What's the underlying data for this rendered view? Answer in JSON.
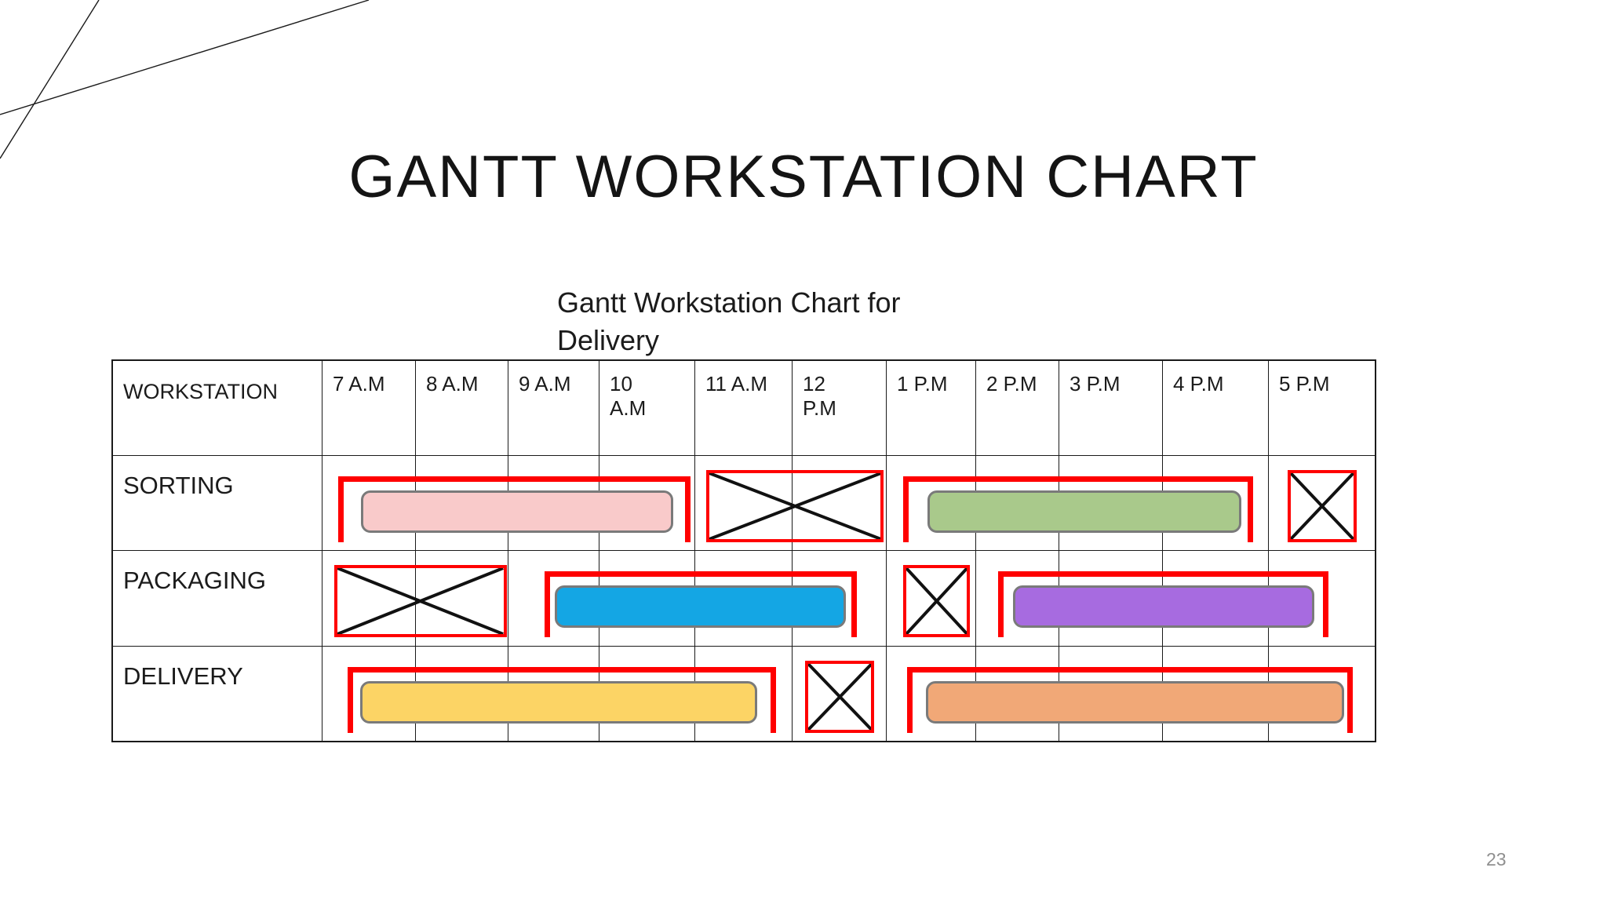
{
  "title": "GANTT WORKSTATION CHART",
  "chart_title": "Gantt Workstation Chart for Delivery",
  "page_number": "23",
  "table": {
    "corner_header": "WORKSTATION",
    "time_headers": [
      "7 A.M",
      "8 A.M",
      "9 A.M",
      "10 A.M",
      "11 A.M",
      "12 P.M",
      "1 P.M",
      "2 P.M",
      "3 P.M",
      "4 P.M",
      "5 P.M"
    ],
    "rows": [
      {
        "label": "SORTING"
      },
      {
        "label": "PACKAGING"
      },
      {
        "label": "DELIVERY"
      }
    ]
  },
  "colors": {
    "red": "#ff0000",
    "x_stroke": "#111111",
    "bar_border": "#7a7a7a",
    "grid_line": "#1a1a1a",
    "pink": "#f9caca",
    "green": "#a9c98b",
    "blue": "#14a6e4",
    "purple": "#a76be0",
    "yellow": "#fcd465",
    "orange": "#f1a877"
  },
  "chart_data": {
    "type": "gantt",
    "title": "Gantt Workstation Chart for Delivery",
    "x_axis": {
      "unit": "hour of day",
      "range": [
        7,
        18
      ],
      "tick_labels": [
        "7 A.M",
        "8 A.M",
        "9 A.M",
        "10 A.M",
        "11 A.M",
        "12 P.M",
        "1 P.M",
        "2 P.M",
        "3 P.M",
        "4 P.M",
        "5 P.M"
      ]
    },
    "row_categories": [
      "SORTING",
      "PACKAGING",
      "DELIVERY"
    ],
    "legend": [],
    "items": [
      {
        "row": "SORTING",
        "type": "bracket",
        "start_hour": 7.17,
        "end_hour": 10.95
      },
      {
        "row": "SORTING",
        "type": "bar",
        "color": "pink",
        "start_hour": 7.41,
        "end_hour": 10.77
      },
      {
        "row": "SORTING",
        "type": "idle_x",
        "start_hour": 11.11,
        "end_hour": 12.97
      },
      {
        "row": "SORTING",
        "type": "bracket",
        "start_hour": 13.18,
        "end_hour": 16.85
      },
      {
        "row": "SORTING",
        "type": "bar",
        "color": "green",
        "start_hour": 13.46,
        "end_hour": 16.74
      },
      {
        "row": "SORTING",
        "type": "idle_x",
        "start_hour": 17.18,
        "end_hour": 17.83
      },
      {
        "row": "PACKAGING",
        "type": "idle_x",
        "start_hour": 7.13,
        "end_hour": 8.98
      },
      {
        "row": "PACKAGING",
        "type": "bracket",
        "start_hour": 9.4,
        "end_hour": 12.68
      },
      {
        "row": "PACKAGING",
        "type": "bar",
        "color": "blue",
        "start_hour": 9.51,
        "end_hour": 12.57
      },
      {
        "row": "PACKAGING",
        "type": "idle_x",
        "start_hour": 13.18,
        "end_hour": 13.93
      },
      {
        "row": "PACKAGING",
        "type": "bracket",
        "start_hour": 14.26,
        "end_hour": 17.56
      },
      {
        "row": "PACKAGING",
        "type": "bar",
        "color": "purple",
        "start_hour": 14.44,
        "end_hour": 17.43
      },
      {
        "row": "DELIVERY",
        "type": "bracket",
        "start_hour": 7.27,
        "end_hour": 11.83
      },
      {
        "row": "DELIVERY",
        "type": "bar",
        "color": "yellow",
        "start_hour": 7.4,
        "end_hour": 11.64
      },
      {
        "row": "DELIVERY",
        "type": "idle_x",
        "start_hour": 12.13,
        "end_hour": 12.87
      },
      {
        "row": "DELIVERY",
        "type": "bracket",
        "start_hour": 13.23,
        "end_hour": 17.79
      },
      {
        "row": "DELIVERY",
        "type": "bar",
        "color": "orange",
        "start_hour": 13.44,
        "end_hour": 17.71
      }
    ]
  }
}
